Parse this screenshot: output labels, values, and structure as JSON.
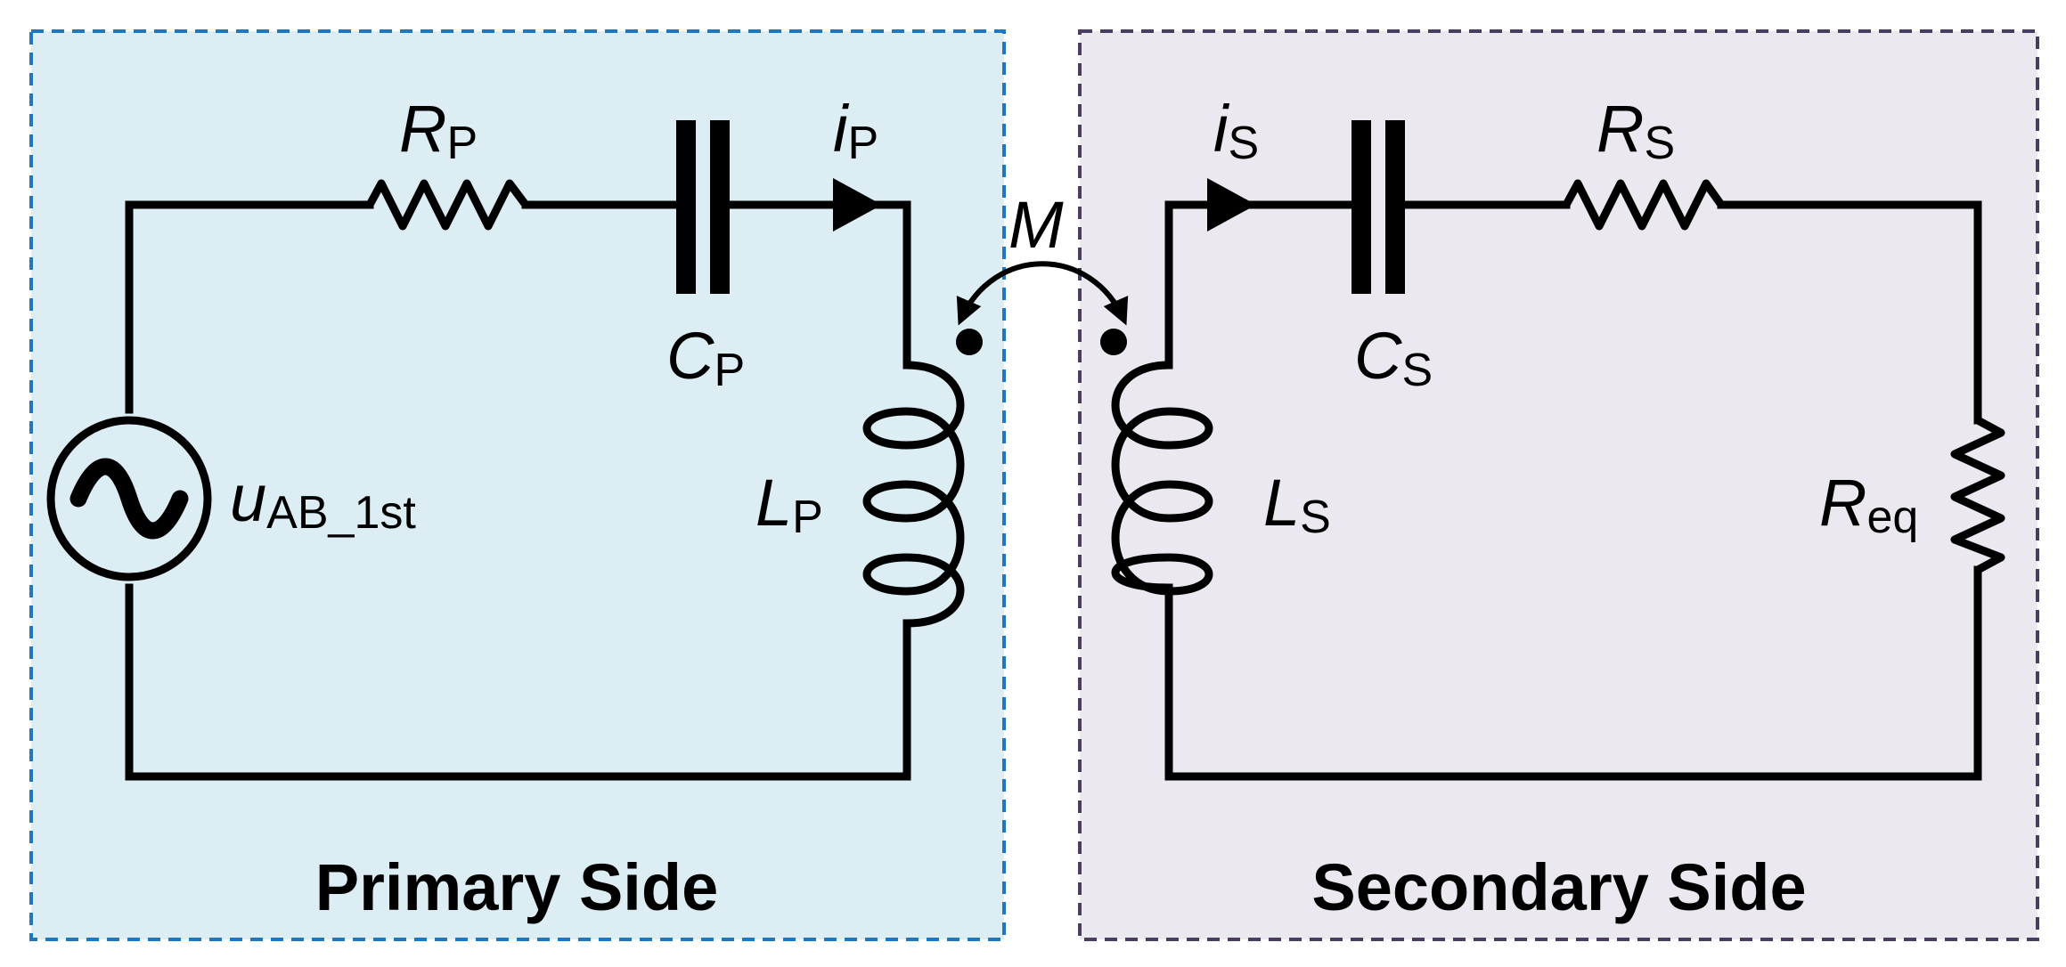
{
  "colors": {
    "primary_fill": "#dcedf3",
    "primary_border": "#1f77c0",
    "secondary_fill": "#ece8f0",
    "secondary_border": "#4a3d62",
    "wire": "#000000"
  },
  "primary": {
    "title": "Primary Side",
    "source": {
      "main": "u",
      "sub": "AB_1st"
    },
    "resistor": {
      "main": "R",
      "sub": "P"
    },
    "capacitor": {
      "main": "C",
      "sub": "P"
    },
    "current": {
      "main": "i",
      "sub": "P"
    },
    "inductor": {
      "main": "L",
      "sub": "P"
    }
  },
  "secondary": {
    "title": "Secondary Side",
    "current": {
      "main": "i",
      "sub": "S"
    },
    "capacitor": {
      "main": "C",
      "sub": "S"
    },
    "resistor": {
      "main": "R",
      "sub": "S"
    },
    "inductor": {
      "main": "L",
      "sub": "S"
    },
    "load": {
      "main": "R",
      "sub": "eq"
    }
  },
  "coupling": {
    "main": "M"
  }
}
